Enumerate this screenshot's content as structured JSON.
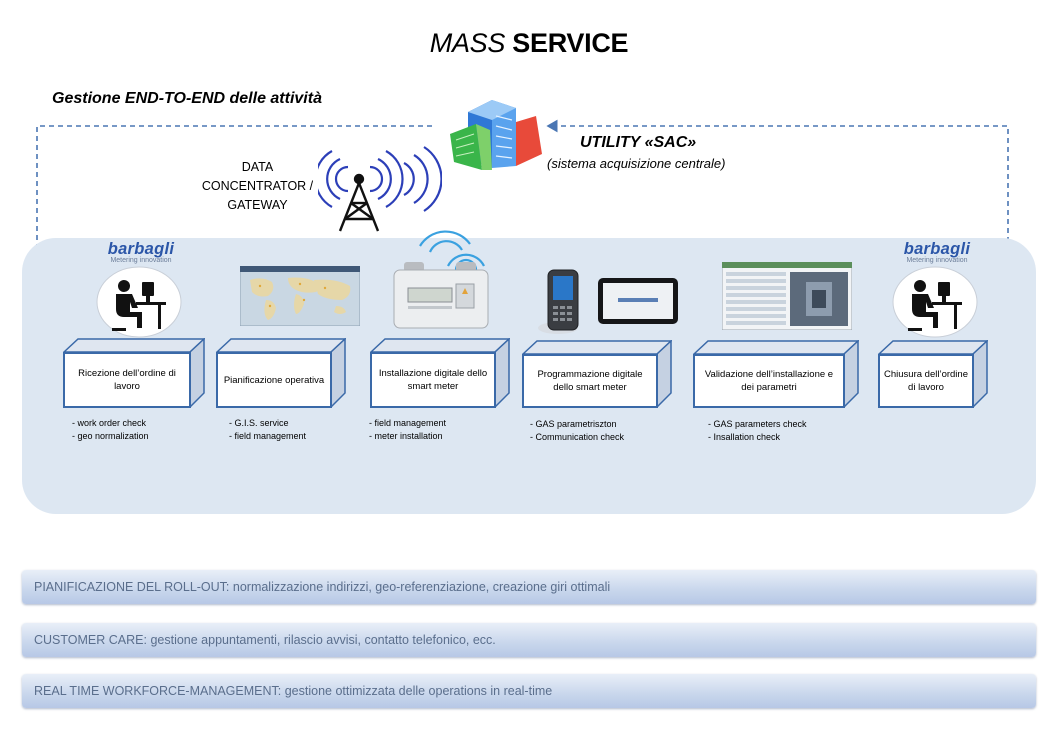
{
  "title": {
    "part1": "MASS",
    "part2": "SERVICE"
  },
  "subtitle": "Gestione END-TO-END delle attività",
  "utility": {
    "title": "UTILITY «SAC»",
    "subtitle": "(sistema acquisizione centrale)"
  },
  "concentrator": {
    "line1": "DATA",
    "line2": "CONCENTRATOR /",
    "line3": "GATEWAY"
  },
  "logos": {
    "word": "barbagli",
    "tagline": "Metering innovation"
  },
  "steps": [
    {
      "label": "Ricezione dell’ordine di lavoro",
      "bullets": [
        "- work order check",
        "- geo normalization"
      ]
    },
    {
      "label": "Pianificazione operativa",
      "bullets": [
        "- G.I.S. service",
        "- field management"
      ]
    },
    {
      "label": "Installazione digitale dello smart meter",
      "bullets": [
        "- field management",
        "- meter installation"
      ]
    },
    {
      "label": "Programmazione digitale dello smart meter",
      "bullets": [
        "- GAS parametriszton",
        "- Communication check"
      ]
    },
    {
      "label": "Validazione dell’installazione e dei parametri",
      "bullets": [
        "- GAS parameters check",
        "- Insallation check"
      ]
    },
    {
      "label": "Chiusura dell’ordine di lavoro",
      "bullets": []
    }
  ],
  "bars": [
    "PIANIFICAZIONE DEL ROLL-OUT: normalizzazione indirizzi, geo-referenziazione, creazione giri ottimali",
    "CUSTOMER CARE: gestione appuntamenti,  rilascio avvisi, contatto telefonico, ecc.",
    "REAL TIME WORKFORCE-MANAGEMENT: gestione ottimizzata delle operations  in real-time"
  ],
  "colors": {
    "accent": "#3a69a8",
    "panel": "#dde7f2",
    "bar_text": "#5a6e8c",
    "logo": "#2b56a8"
  }
}
